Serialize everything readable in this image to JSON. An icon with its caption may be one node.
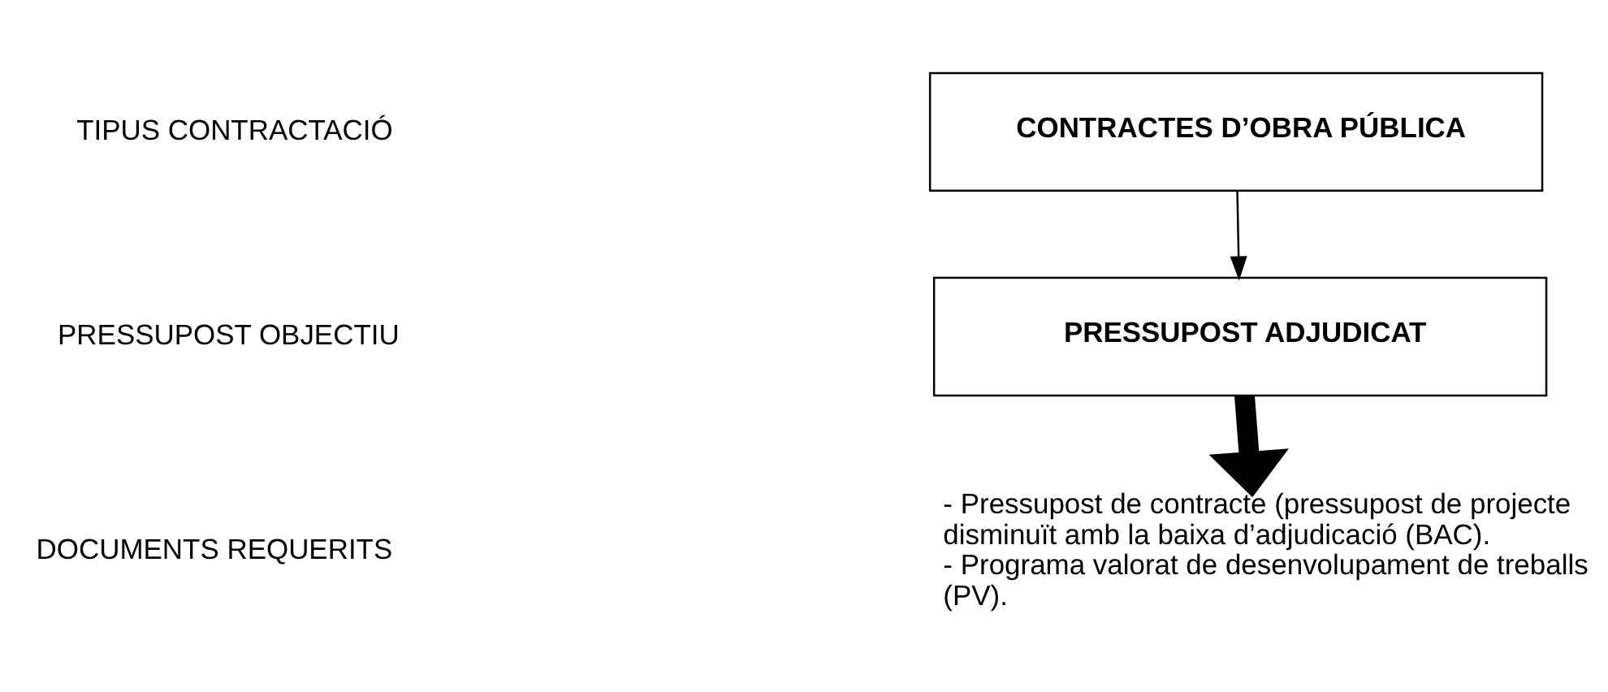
{
  "diagram": {
    "nodes": [
      {
        "text": [
          "CONTRACTES D’OBRA PÚBLICA"
        ]
      },
      {
        "text": [
          "PRESSUPOST ADJUDICAT"
        ]
      },
      {
        "text": [
          "- Pressupost de contracte (pressupost de projecte disminuït amb la baixa d’adjudicació (BAC).",
          "- Programa valorat de desenvolupament de treballs (PV)."
        ]
      }
    ],
    "edges": [
      {
        "from": 0,
        "to": 1,
        "arrow": "to"
      },
      {
        "from": 1,
        "to": 2,
        "arrow": "to",
        "style": "thick"
      }
    ],
    "labels": [
      "TIPUS CONTRACTACIÓ",
      "PRESSUPOST OBJECTIU",
      "DOCUMENTS REQUERITS"
    ]
  }
}
